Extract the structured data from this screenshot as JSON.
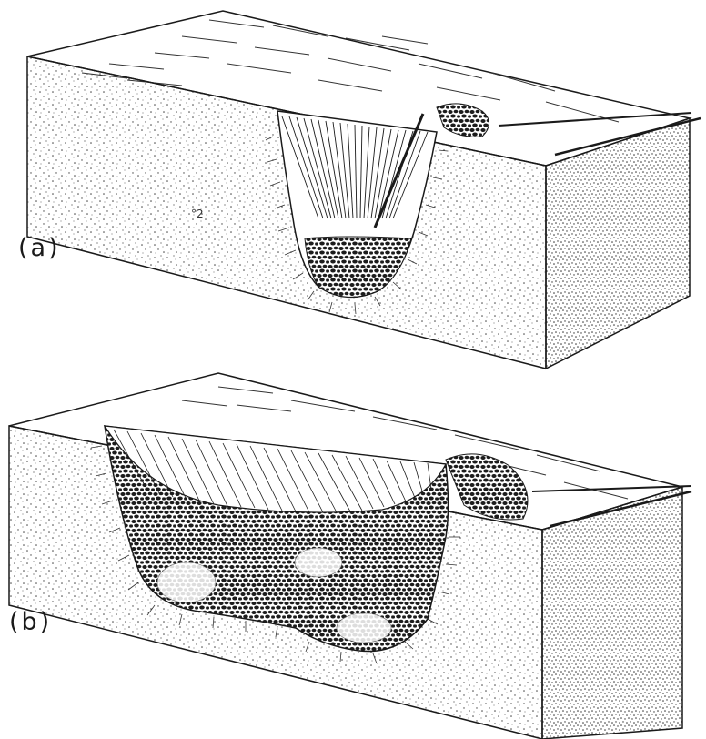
{
  "panels": [
    {
      "id": "a",
      "label": "(a)"
    },
    {
      "id": "b",
      "label": "(b)"
    }
  ],
  "small_mark": "°2",
  "colors": {
    "ink": "#1a1a1a",
    "paper": "#ffffff",
    "stipple": "#444444"
  }
}
